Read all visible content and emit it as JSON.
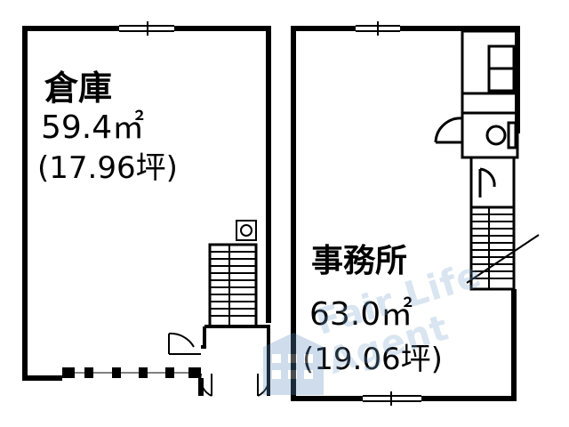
{
  "rooms": {
    "warehouse": {
      "name": "倉庫",
      "area": "59.4㎡",
      "tsubo": "(17.96坪)"
    },
    "office": {
      "name": "事務所",
      "area": "63.0㎡",
      "tsubo": "(19.06坪)"
    }
  },
  "watermark": {
    "text": "Fair Life Agent",
    "color": "#9fb9d4"
  },
  "colors": {
    "wall": "#000000",
    "background": "#ffffff"
  }
}
